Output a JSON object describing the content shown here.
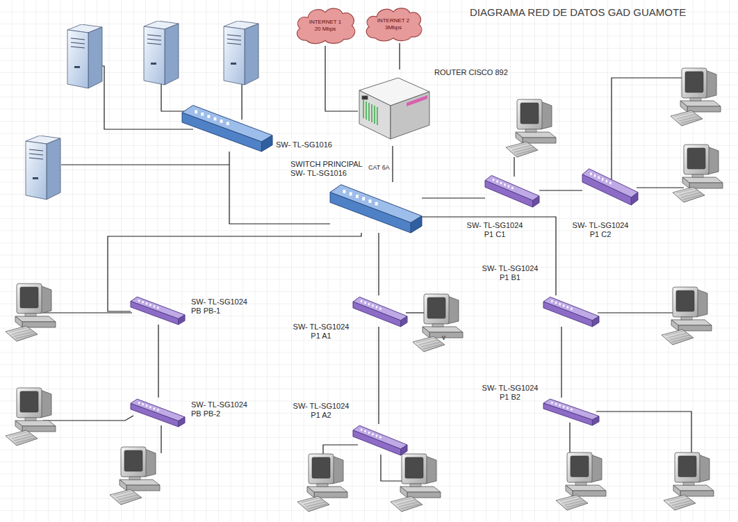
{
  "diagram": {
    "title": "DIAGRAMA RED DE DATOS GAD GUAMOTE",
    "nodes": [
      {
        "text": [
          "INTERNET 1 20 Mbps"
        ]
      },
      {
        "text": [
          "INTERNET 2 3Mbps"
        ]
      },
      {
        "text": [
          "ROUTER CISCO 892"
        ]
      },
      {
        "text": [
          "SW- TL-SG1016"
        ]
      },
      {
        "text": [
          "SWITCH PRINCIPAL SW- TL-SG1016"
        ]
      },
      {
        "text": [
          "SW- TL-SG1024 P1 C1"
        ]
      },
      {
        "text": [
          "SW- TL-SG1024 P1 C2"
        ]
      },
      {
        "text": [
          "SW- TL-SG1024 PB PB-1"
        ]
      },
      {
        "text": [
          "SW- TL-SG1024 P1 A1"
        ]
      },
      {
        "text": [
          "SW- TL-SG1024 P1 B1"
        ]
      },
      {
        "text": [
          "SW- TL-SG1024 PB PB-2"
        ]
      },
      {
        "text": [
          "SW- TL-SG1024 P1 A2"
        ]
      },
      {
        "text": [
          "SW- TL-SG1024 P1 B2"
        ]
      }
    ],
    "edges": [
      {
        "from": 0,
        "to": 2,
        "arrow": "none"
      },
      {
        "from": 1,
        "to": 2,
        "arrow": "none"
      },
      {
        "from": 2,
        "to": 4,
        "label": "CAT 6A",
        "arrow": "none"
      },
      {
        "from": 4,
        "to": 3,
        "arrow": "none"
      },
      {
        "from": 4,
        "to": 5,
        "arrow": "none"
      },
      {
        "from": 5,
        "to": 6,
        "arrow": "none"
      },
      {
        "from": 4,
        "to": 9,
        "arrow": "none"
      },
      {
        "from": 9,
        "to": 12,
        "arrow": "none"
      },
      {
        "from": 4,
        "to": 8,
        "arrow": "none"
      },
      {
        "from": 8,
        "to": 11,
        "arrow": "none"
      },
      {
        "from": 4,
        "to": 7,
        "arrow": "none"
      },
      {
        "from": 7,
        "to": 10,
        "arrow": "none"
      }
    ],
    "labels": [
      "v"
    ]
  }
}
